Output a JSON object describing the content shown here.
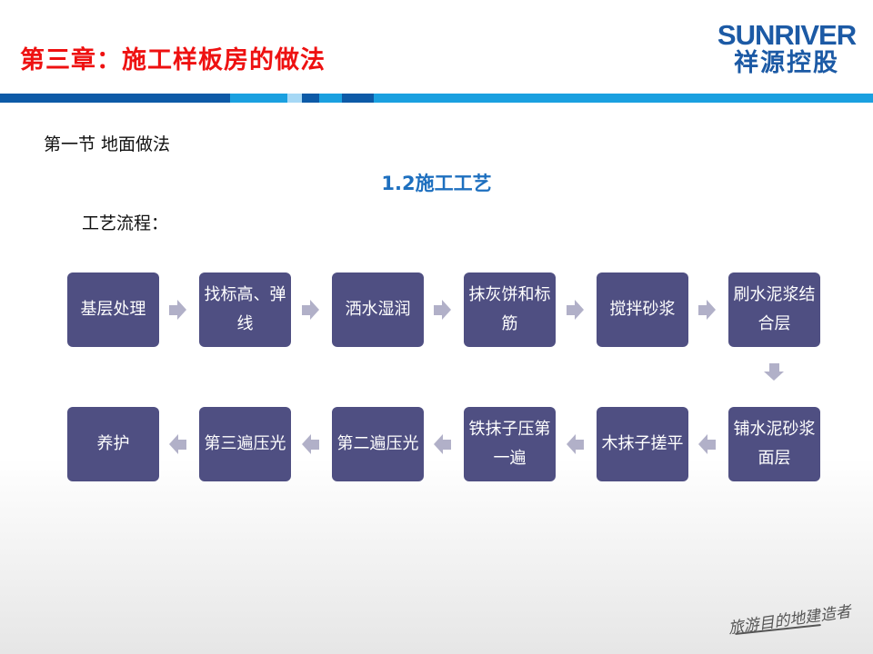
{
  "header": {
    "title": "第三章：施工样板房的做法",
    "logo_en": "SUNRIVER",
    "logo_cn": "祥源控股",
    "bar_colors": {
      "dark": "#0d5aa7",
      "light": "#1aa0e0",
      "pale": "#a6d8f5"
    }
  },
  "section": "第一节  地面做法",
  "heading": "1.2施工工艺",
  "flow_label": "工艺流程：",
  "steps": [
    "基层处理",
    "找标高、弹线",
    "洒水湿润",
    "抹灰饼和标筋",
    "搅拌砂浆",
    "刷水泥浆结合层",
    "铺水泥砂浆面层",
    "木抹子搓平",
    "铁抹子压第一遍",
    "第二遍压光",
    "第三遍压光",
    "养护"
  ],
  "box_color": "#4f4f82",
  "signature": "旅游目的地建造者"
}
